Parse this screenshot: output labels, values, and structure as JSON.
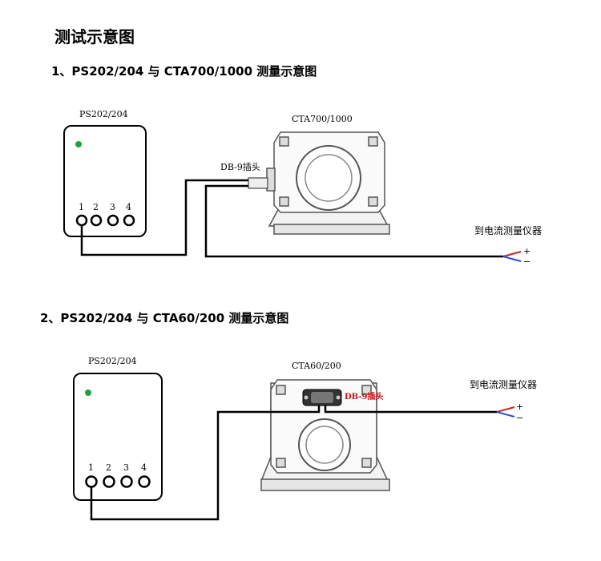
{
  "title": "测试示意图",
  "section1": {
    "heading": "1、PS202/204 与 CTA700/1000 测量示意图",
    "device_label": "PS202/204",
    "terminals": [
      "1",
      "2",
      "3",
      "4"
    ],
    "sensor_label": "CTA700/1000",
    "connector_label": "DB-9插头",
    "destination_label": "到电流测量仪器",
    "plus": "+",
    "minus": "−"
  },
  "section2": {
    "heading": "2、PS202/204 与 CTA60/200 测量示意图",
    "device_label": "PS202/204",
    "terminals": [
      "1",
      "2",
      "3",
      "4"
    ],
    "sensor_label": "CTA60/200",
    "connector_label": "DB-9插头",
    "destination_label": "到电流测量仪器",
    "plus": "+",
    "minus": "−"
  },
  "colors": {
    "led": "#22a040",
    "wire": "#000000",
    "wire_plus": "#cc2222",
    "wire_minus": "#2a4fd0",
    "connector_text": "#cc1111"
  }
}
